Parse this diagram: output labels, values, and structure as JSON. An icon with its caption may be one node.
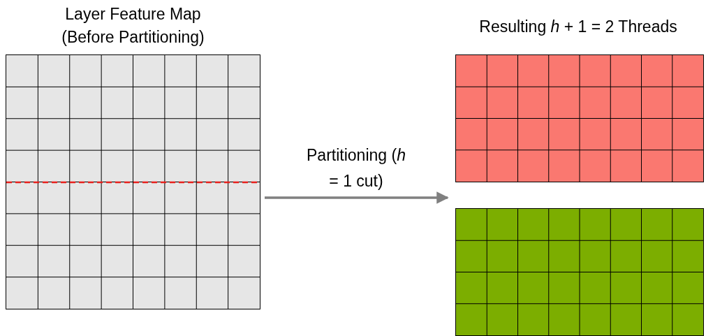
{
  "diagram": {
    "nodes": [
      {
        "text": [
          "Layer Feature Map (Before Partitioning)"
        ]
      },
      {
        "text": [
          "Resulting *h* + 1 = 2 Threads"
        ]
      },
      {
        "text": [],
        "shape": "box",
        "in": 1
      },
      {
        "text": [],
        "shape": "box",
        "in": 1
      }
    ],
    "edges": [
      {
        "from": 0,
        "to": 1,
        "arrow": "to",
        "label": "Partitioning (*h* = 1 cut)"
      }
    ]
  }
}
